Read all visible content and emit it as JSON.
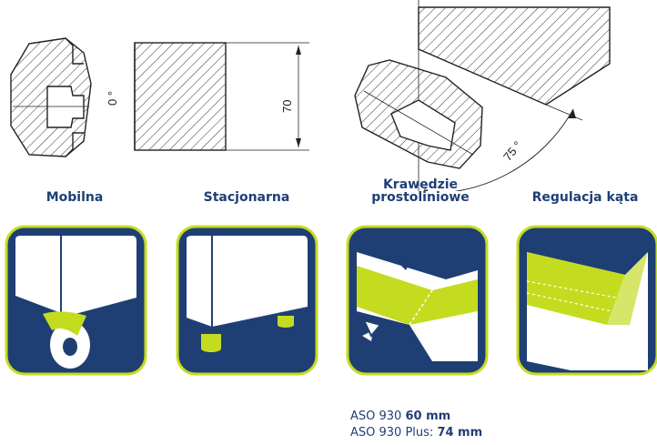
{
  "diagram": {
    "angle_left_label": "0 °",
    "dimension_label": "70",
    "angle_right_label": "75 °"
  },
  "features": [
    {
      "label": "Mobilna",
      "icon": "caster-wheel-icon"
    },
    {
      "label": "Stacjonarna",
      "icon": "machine-feet-icon"
    },
    {
      "label": "Krawędzie prostoliniowe",
      "icon": "straight-edge-icon"
    },
    {
      "label": "Regulacja kąta",
      "icon": "angle-adjust-icon"
    }
  ],
  "specs": {
    "line1_prefix": "ASO 930 ",
    "line1_value": "60 mm",
    "line2_prefix": "ASO 930 Plus: ",
    "line2_value": "74 mm"
  },
  "colors": {
    "navy": "#1f3f74",
    "lime": "#c4dc1f",
    "white": "#ffffff"
  }
}
